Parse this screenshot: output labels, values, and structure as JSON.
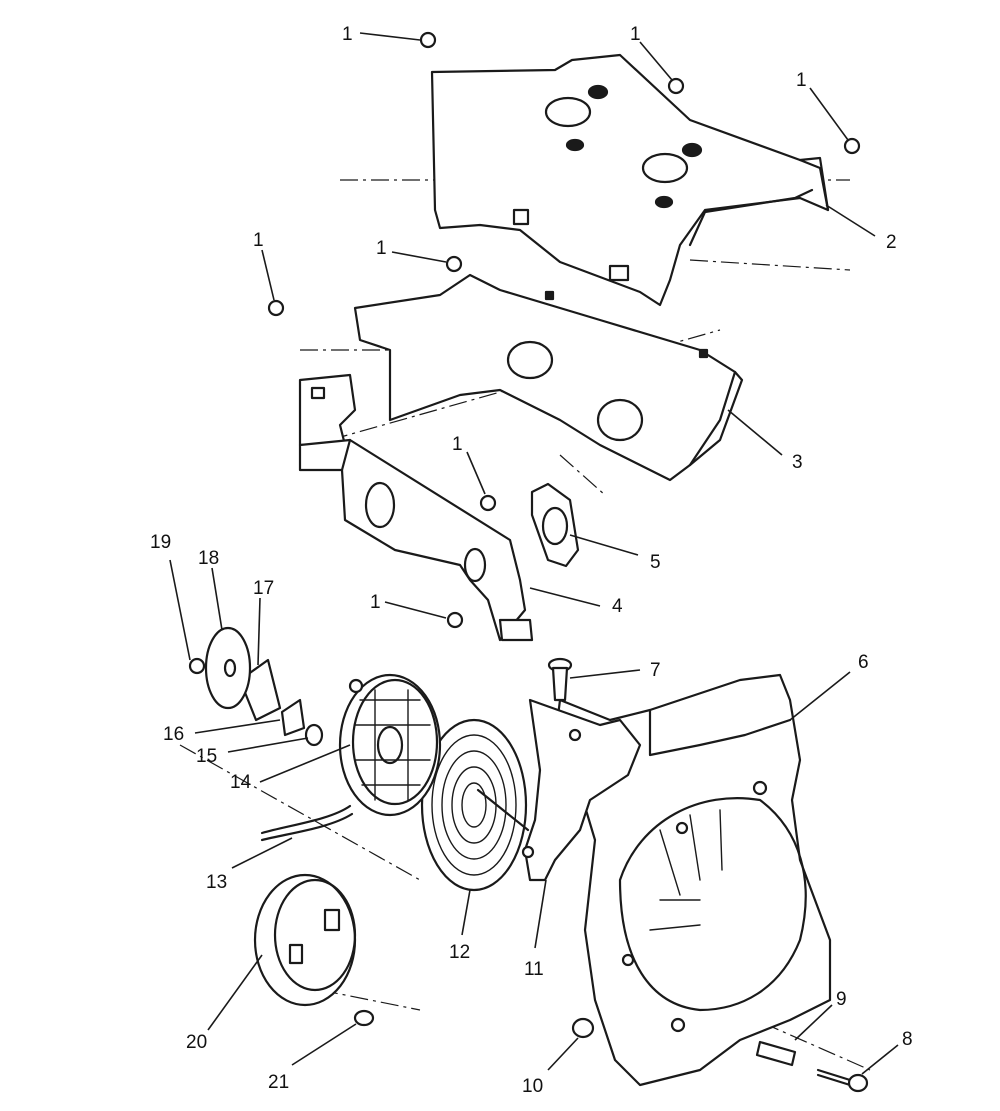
{
  "callouts": [
    {
      "id": "c1a",
      "label": "1"
    },
    {
      "id": "c1b",
      "label": "1"
    },
    {
      "id": "c1c",
      "label": "1"
    },
    {
      "id": "c1d",
      "label": "1"
    },
    {
      "id": "c1e",
      "label": "1"
    },
    {
      "id": "c1f",
      "label": "1"
    },
    {
      "id": "c1g",
      "label": "1"
    },
    {
      "id": "c2",
      "label": "2"
    },
    {
      "id": "c3",
      "label": "3"
    },
    {
      "id": "c4",
      "label": "4"
    },
    {
      "id": "c5",
      "label": "5"
    },
    {
      "id": "c6",
      "label": "6"
    },
    {
      "id": "c7",
      "label": "7"
    },
    {
      "id": "c8",
      "label": "8"
    },
    {
      "id": "c9",
      "label": "9"
    },
    {
      "id": "c10",
      "label": "10"
    },
    {
      "id": "c11",
      "label": "11"
    },
    {
      "id": "c12",
      "label": "12"
    },
    {
      "id": "c13",
      "label": "13"
    },
    {
      "id": "c14",
      "label": "14"
    },
    {
      "id": "c15",
      "label": "15"
    },
    {
      "id": "c16",
      "label": "16"
    },
    {
      "id": "c17",
      "label": "17"
    },
    {
      "id": "c18",
      "label": "18"
    },
    {
      "id": "c19",
      "label": "19"
    },
    {
      "id": "c20",
      "label": "20"
    },
    {
      "id": "c21",
      "label": "21"
    }
  ]
}
